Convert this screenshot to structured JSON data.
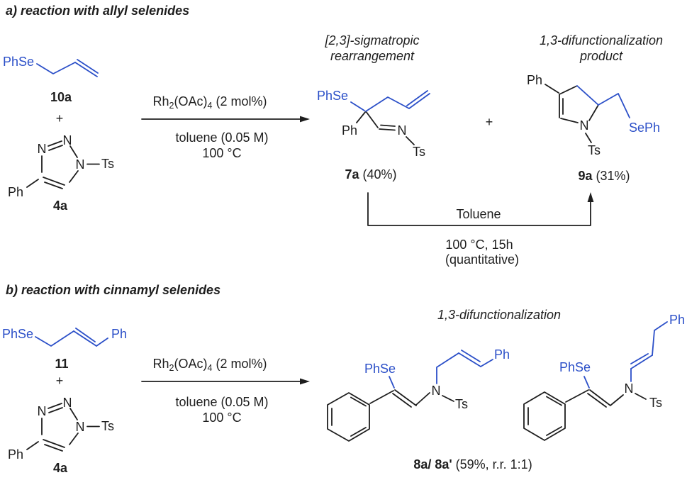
{
  "figure": {
    "colors": {
      "bond_black": "#1e1e1e",
      "highlight_blue": "#2b4fc8"
    },
    "section_a": {
      "title": "a) reaction with allyl selenides",
      "reactant_10a": {
        "phse": "PhSe",
        "label": "10a"
      },
      "plus1": "+",
      "triazole_4a": {
        "n_left": "N",
        "n_top": "N",
        "n_ring": "N",
        "ts": "Ts",
        "ph": "Ph",
        "label": "4a"
      },
      "conditions": {
        "catalyst_parts": {
          "p1": "Rh",
          "sub1": "2",
          "p2": "(OAc)",
          "sub2": "4",
          "p3": " (2 mol%)"
        },
        "solvent": "toluene (0.05 M)",
        "temperature": "100 °C"
      },
      "header_sigmatropic": {
        "line1": "[2,3]-sigmatropic",
        "line2": "rearrangement"
      },
      "header_difunctionalization": {
        "line1": "1,3-difunctionalization",
        "line2": "product"
      },
      "product_7a": {
        "phse": "PhSe",
        "ph": "Ph",
        "n": "N",
        "ts": "Ts",
        "label_bold": "7a",
        "label_rest": " (40%)"
      },
      "plus2": "+",
      "product_9a": {
        "ph": "Ph",
        "n": "N",
        "ts": "Ts",
        "seph": "SePh",
        "label_bold": "9a",
        "label_rest": " (31%)"
      },
      "thermolysis": {
        "solvent": "Toluene",
        "conditions": "100 °C, 15h",
        "yield_note": "(quantitative)"
      }
    },
    "section_b": {
      "title": "b) reaction with cinnamyl selenides",
      "reactant_11": {
        "phse": "PhSe",
        "ph": "Ph",
        "label": "11"
      },
      "plus1": "+",
      "triazole_4a": {
        "n_left": "N",
        "n_top": "N",
        "n_ring": "N",
        "ts": "Ts",
        "ph": "Ph",
        "label": "4a"
      },
      "conditions": {
        "catalyst_parts": {
          "p1": "Rh",
          "sub1": "2",
          "p2": "(OAc)",
          "sub2": "4",
          "p3": " (2 mol%)"
        },
        "solvent": "toluene (0.05 M)",
        "temperature": "100 °C"
      },
      "header_difunctionalization": "1,3-difunctionalization",
      "product_8a": {
        "phse": "PhSe",
        "n": "N",
        "ts": "Ts",
        "ph": "Ph"
      },
      "product_8a_prime": {
        "phse": "PhSe",
        "n": "N",
        "ts": "Ts",
        "ph": "Ph"
      },
      "products_label": {
        "bold": "8a/ 8a'",
        "rest": " (59%, r.r. 1:1)"
      }
    }
  }
}
